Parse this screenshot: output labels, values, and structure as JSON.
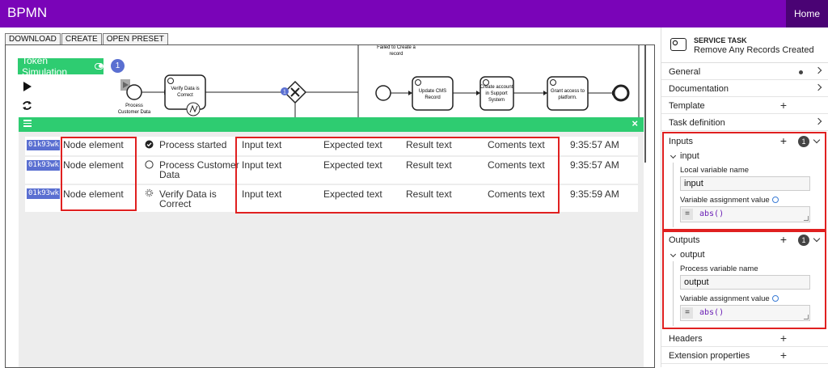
{
  "app": {
    "title": "BPMN",
    "home": "Home"
  },
  "toolbar": {
    "download": "DOWNLOAD",
    "create": "CREATE",
    "open_preset": "OPEN PRESET"
  },
  "simulation": {
    "label": "Token Simulation",
    "count": "1"
  },
  "diagram": {
    "labels": {
      "process_customer_data": [
        "Process",
        "Customer Data"
      ],
      "verify_data": [
        "Verify Data is",
        "Correct"
      ],
      "failed_create": [
        "Failed to Create a",
        "record"
      ],
      "update_cms": [
        "Update CMS",
        "Record"
      ],
      "create_account": [
        "Create account",
        "in Support",
        "System"
      ],
      "grant_access": [
        "Grant access to",
        "platform."
      ]
    },
    "gateway_badge": "1"
  },
  "log": {
    "rows": [
      {
        "token": "01k93wk",
        "node": "Node element",
        "status_icon": "check-circle-icon",
        "event": [
          "Process started"
        ],
        "input": "Input text",
        "expected": "Expected text",
        "result": "Result text",
        "comments": "Coments text",
        "time": "9:35:57 AM"
      },
      {
        "token": "01k93wk",
        "node": "Node element",
        "status_icon": "circle-icon",
        "event": [
          "Process Customer",
          "Data"
        ],
        "input": "Input text",
        "expected": "Expected text",
        "result": "Result text",
        "comments": "Coments text",
        "time": "9:35:57 AM"
      },
      {
        "token": "01k93wk",
        "node": "Node element",
        "status_icon": "gear-icon",
        "event": [
          "Verify Data is",
          "Correct"
        ],
        "input": "Input text",
        "expected": "Expected text",
        "result": "Result text",
        "comments": "Coments text",
        "time": "9:35:59 AM"
      }
    ]
  },
  "properties": {
    "type": "SERVICE TASK",
    "name": "Remove Any Records Created",
    "groups": {
      "general": "General",
      "documentation": "Documentation",
      "template": "Template",
      "task_definition": "Task definition",
      "headers": "Headers",
      "extension_properties": "Extension properties"
    },
    "inputs": {
      "title": "Inputs",
      "count": "1",
      "item": "input",
      "label": "Local variable name",
      "value": "input",
      "assign_label": "Variable assignment value",
      "expr": "abs()"
    },
    "outputs": {
      "title": "Outputs",
      "count": "1",
      "item": "output",
      "label": "Process variable name",
      "value": "output",
      "assign_label": "Variable assignment value",
      "expr": "abs()"
    }
  },
  "colors": {
    "topbar": "#7a04b8",
    "home": "#4a0374",
    "simulation": "#2ecc71",
    "token": "#5a6fd1",
    "highlight": "#e02020"
  }
}
